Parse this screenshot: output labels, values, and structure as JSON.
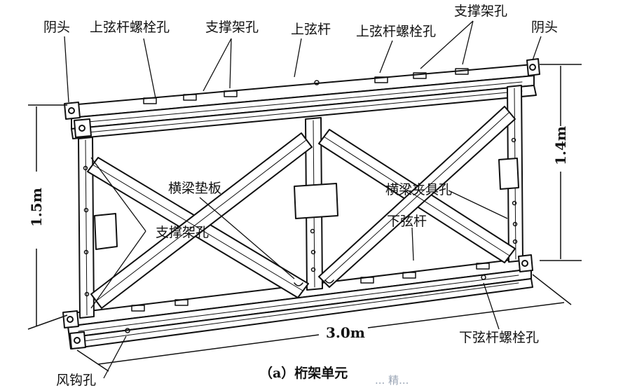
{
  "labels": {
    "female_head_left": "阴头",
    "top_chord_bolt_hole_left": "上弦杆螺栓孔",
    "brace_frame_hole_top_left": "支撑架孔",
    "top_chord": "上弦杆",
    "top_chord_bolt_hole_right": "上弦杆螺栓孔",
    "brace_frame_hole_top_right": "支撑架孔",
    "female_head_right": "阴头",
    "cross_beam_pad": "横梁垫板",
    "cross_beam_clamp_hole": "横梁夹具孔",
    "bottom_chord": "下弦杆",
    "brace_frame_hole_mid": "支撑架孔",
    "bottom_chord_bolt_hole": "下弦杆螺栓孔",
    "wind_hook_hole": "风钩孔"
  },
  "dimensions": {
    "height_left": "1.5m",
    "height_right": "1.4m",
    "length": "3.0m"
  },
  "caption": "（a）桁架单元",
  "watermark": "... 精..."
}
